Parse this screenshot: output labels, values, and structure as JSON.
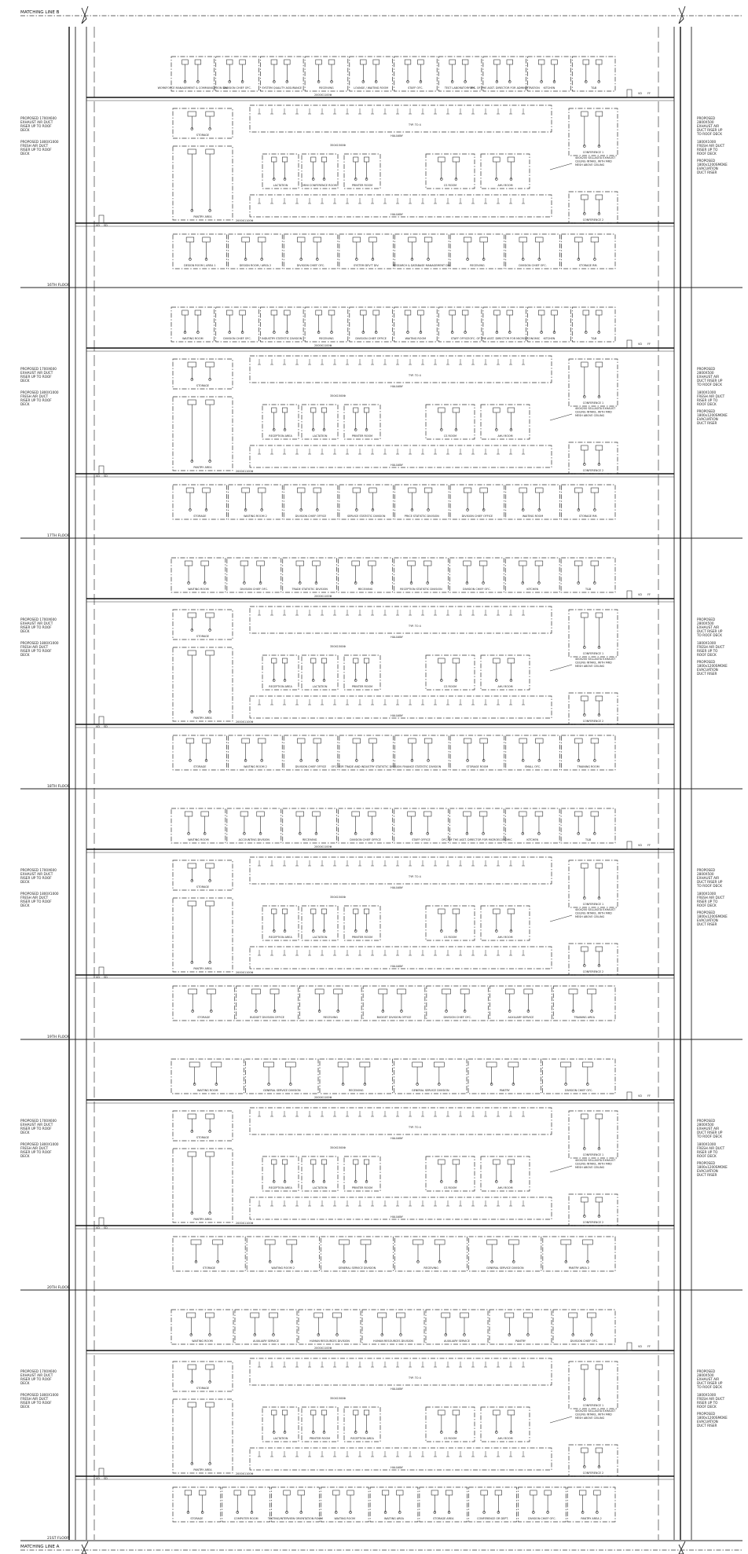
{
  "top_matching_line": "MATCHING LINE B",
  "bottom_matching_line": "MATCHING LINE A",
  "side_notes": {
    "left_exhaust": "PROPOSED 1700X600 EXHAUST AIR DUCT RISER UP TO ROOF DECK",
    "left_fresh": "PROPOSED 1800X1000 FRESH AIR DUCT RISER UP TO ROOF DECK",
    "right_exhaust": "PROPOSED 2800X500 EXHAUST AIR DUCT RISER UP TO ROOF DECK",
    "right_fresh": "1800X1000 FRESH AIR DUCT RISER UP TO ROOF DECK",
    "right_smoke": "PROPOSED 1800x1200SMOKE EVACUATION DUCT RISER"
  },
  "common_labels": {
    "hallway": "HALLWAY",
    "corridor_duct": "350X1500Φ",
    "main_duct": "2000X1100Φ",
    "fan_spec": "TYP. TO 4",
    "vd": "VD",
    "conf1": "CONFERENCE 1",
    "conf2": "CONFERENCE 2",
    "storage": "STORAGE",
    "pantry": "PANTRY AREA",
    "kitchen": "KITCHEN",
    "toilet": "T&B",
    "lactation": "LACTATION",
    "printer": "PRINTER ROOM",
    "cs_room": "CS ROOM",
    "ahu_room": "AHU ROOM",
    "exhaust_note": "400X200 SELLASITA EXHAUST CEILING INTAKE, WITH MRD MESH ABOVE CEILING",
    "hd": "HD",
    "sd": "SD",
    "ff": "FF"
  },
  "floors": [
    {
      "label": "16TH FLOOR",
      "top_rooms": [
        "WORKFORCE MANAGEMENT & COMMUNICATION DIV.",
        "DIVISION CHIEF OFC.",
        "SYSTEM QUALITY ASSURANCE",
        "RECEIVING",
        "LOUNGE / WAITING ROOM",
        "STAFF OFC.",
        "TEST LABORATORY RM.",
        "OFC. OF THE ASST. DIRECTOR FOR ADMINISTRATION",
        "KITCHEN",
        "T&B"
      ],
      "bottom_rooms": [
        "DESIGN ROOM / AREA 1",
        "DESIGN ROOM / AREA 2",
        "DIVISION CHIEF OFC.",
        "SYSTEM DEV'T DIV.",
        "RESEARCH & DATABASE MANAGEMENT DIV.",
        "RECEIVING",
        "DIVISION CHIEF OFC.",
        "STORAGE RM."
      ],
      "mid_rooms": [
        "LACTATION",
        "MINI CONFERENCE ROOM",
        "PRINTER ROOM",
        "CS ROOM",
        "AHU ROOM"
      ]
    },
    {
      "label": "17TH FLOOR",
      "top_rooms": [
        "WAITING ROOM",
        "DIVISION CHIEF OFC.",
        "INDUSTRY STATISTIC DIVISION",
        "RECEIVING",
        "DIVISION CHIEF OFFICE",
        "WAITING ROOM",
        "STAFF OFFICE",
        "OFC. OF THE ASST. DIRECTOR FOR MICROECONOMIC",
        "KITCHEN",
        "T&B"
      ],
      "bottom_rooms": [
        "STORAGE",
        "WAITING ROOM 2",
        "DIVISION CHIEF OFFICE",
        "SERVICE STATISTIC DIVISION",
        "PRICE STATISTIC DIVISION",
        "DIVISION CHIEF OFFICE",
        "WAITING ROOM",
        "STORAGE RM."
      ],
      "mid_rooms": [
        "RECEPTION AREA",
        "LACTATION",
        "PRINTER ROOM",
        "CS ROOM",
        "AHU ROOM"
      ]
    },
    {
      "label": "18TH FLOOR",
      "top_rooms": [
        "WAITING ROOM",
        "DIVISION CHIEF OFC.",
        "TRADE STATISTIC DIVISION",
        "RECEIVING",
        "RECEPTION STATISTIC DIVISION",
        "DIVISION CHIEF OFC.",
        "KITCHEN",
        "T&B"
      ],
      "bottom_rooms": [
        "STORAGE",
        "WAITING ROOM 2",
        "DIVISION CHIEF OFFICE",
        "OFC. FOR TRADE AND INDUSTRY STATISTIC DIVISION",
        "FINANCE STATISTIC DIVISION",
        "STORAGE ROOM",
        "SMALL OFC.",
        "TRAINING ROOM"
      ],
      "mid_rooms": [
        "RECEPTION AREA",
        "LACTATION",
        "PRINTER ROOM",
        "CS ROOM",
        "AHU ROOM"
      ]
    },
    {
      "label": "19TH FLOOR",
      "top_rooms": [
        "WAITING ROOM",
        "ACCOUNTING DIVISION",
        "RECEIVING",
        "DIVISION CHIEF OFFICE",
        "STAFF OFFICE",
        "OFC. OF THE ASST. DIRECTOR FOR MICROECONOMIC",
        "KITCHEN",
        "T&B"
      ],
      "bottom_rooms": [
        "STORAGE",
        "BUDGET DIVISION OFFICE",
        "RECEIVING",
        "BUDGET DIVISION OFFICE",
        "DIVISION CHIEF OFC.",
        "AUXILIARY SERVICE",
        "TRAINING AREA"
      ],
      "mid_rooms": [
        "RECEPTION AREA",
        "LACTATION",
        "PRINTER ROOM",
        "CS ROOM",
        "AHU ROOM"
      ]
    },
    {
      "label": "20TH FLOOR",
      "top_rooms": [
        "WAITING ROOM",
        "GENERAL SERVICE DIVISION",
        "RECEIVING",
        "GENERAL SERVICE DIVISION",
        "PANTRY",
        "DIVISION CHIEF OFC."
      ],
      "bottom_rooms": [
        "STORAGE",
        "WAITING ROOM 2",
        "GENERAL SERVICE DIVISION",
        "RECEIVING",
        "GENERAL SERVICE DIVISION",
        "PANTRY AREA 2"
      ],
      "mid_rooms": [
        "RECEPTION AREA",
        "LACTATION",
        "PRINTER ROOM",
        "CS ROOM",
        "AHU ROOM"
      ]
    },
    {
      "label": "21ST FLOOR",
      "top_rooms": [
        "WAITING ROOM",
        "AUXILIARY SERVICE",
        "HUMAN RESOURCES DIVISION",
        "HUMAN RESOURCES DIVISION",
        "AUXILIARY SERVICE",
        "PANTRY",
        "DIVISION CHIEF OFC."
      ],
      "bottom_rooms": [
        "STORAGE",
        "COMPUTER ROOM",
        "TESTING/INTERVIEW ORIENTATION ROOM",
        "WAITING ROOM",
        "WAITING AREA",
        "STORAGE AREA",
        "CONFERENCE OR DEPT.",
        "DIVISION CHIEF OFC.",
        "PANTRY AREA 2"
      ],
      "mid_rooms": [
        "LACTATION",
        "PRINTER ROOM",
        "RECEPTION AREA",
        "CS ROOM",
        "AHU ROOM"
      ]
    }
  ]
}
